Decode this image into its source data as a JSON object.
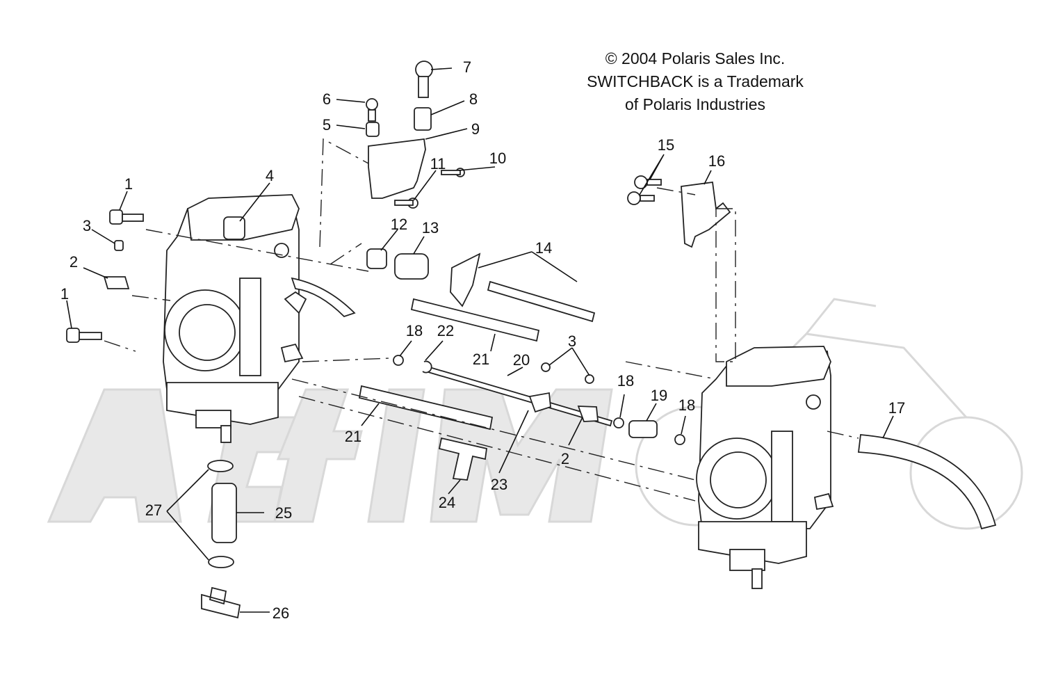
{
  "caption": {
    "copyright": "© 2004 Polaris Sales Inc.",
    "trademark_line1": "SWITCHBACK is a Trademark",
    "trademark_line2": "of Polaris Industries"
  },
  "watermark": {
    "text": "ActiMoto"
  },
  "callouts": [
    "1",
    "1",
    "2",
    "2",
    "3",
    "3",
    "4",
    "5",
    "6",
    "7",
    "8",
    "9",
    "10",
    "11",
    "12",
    "13",
    "14",
    "15",
    "16",
    "17",
    "18",
    "18",
    "18",
    "19",
    "20",
    "21",
    "21",
    "22",
    "23",
    "24",
    "25",
    "26",
    "27"
  ]
}
